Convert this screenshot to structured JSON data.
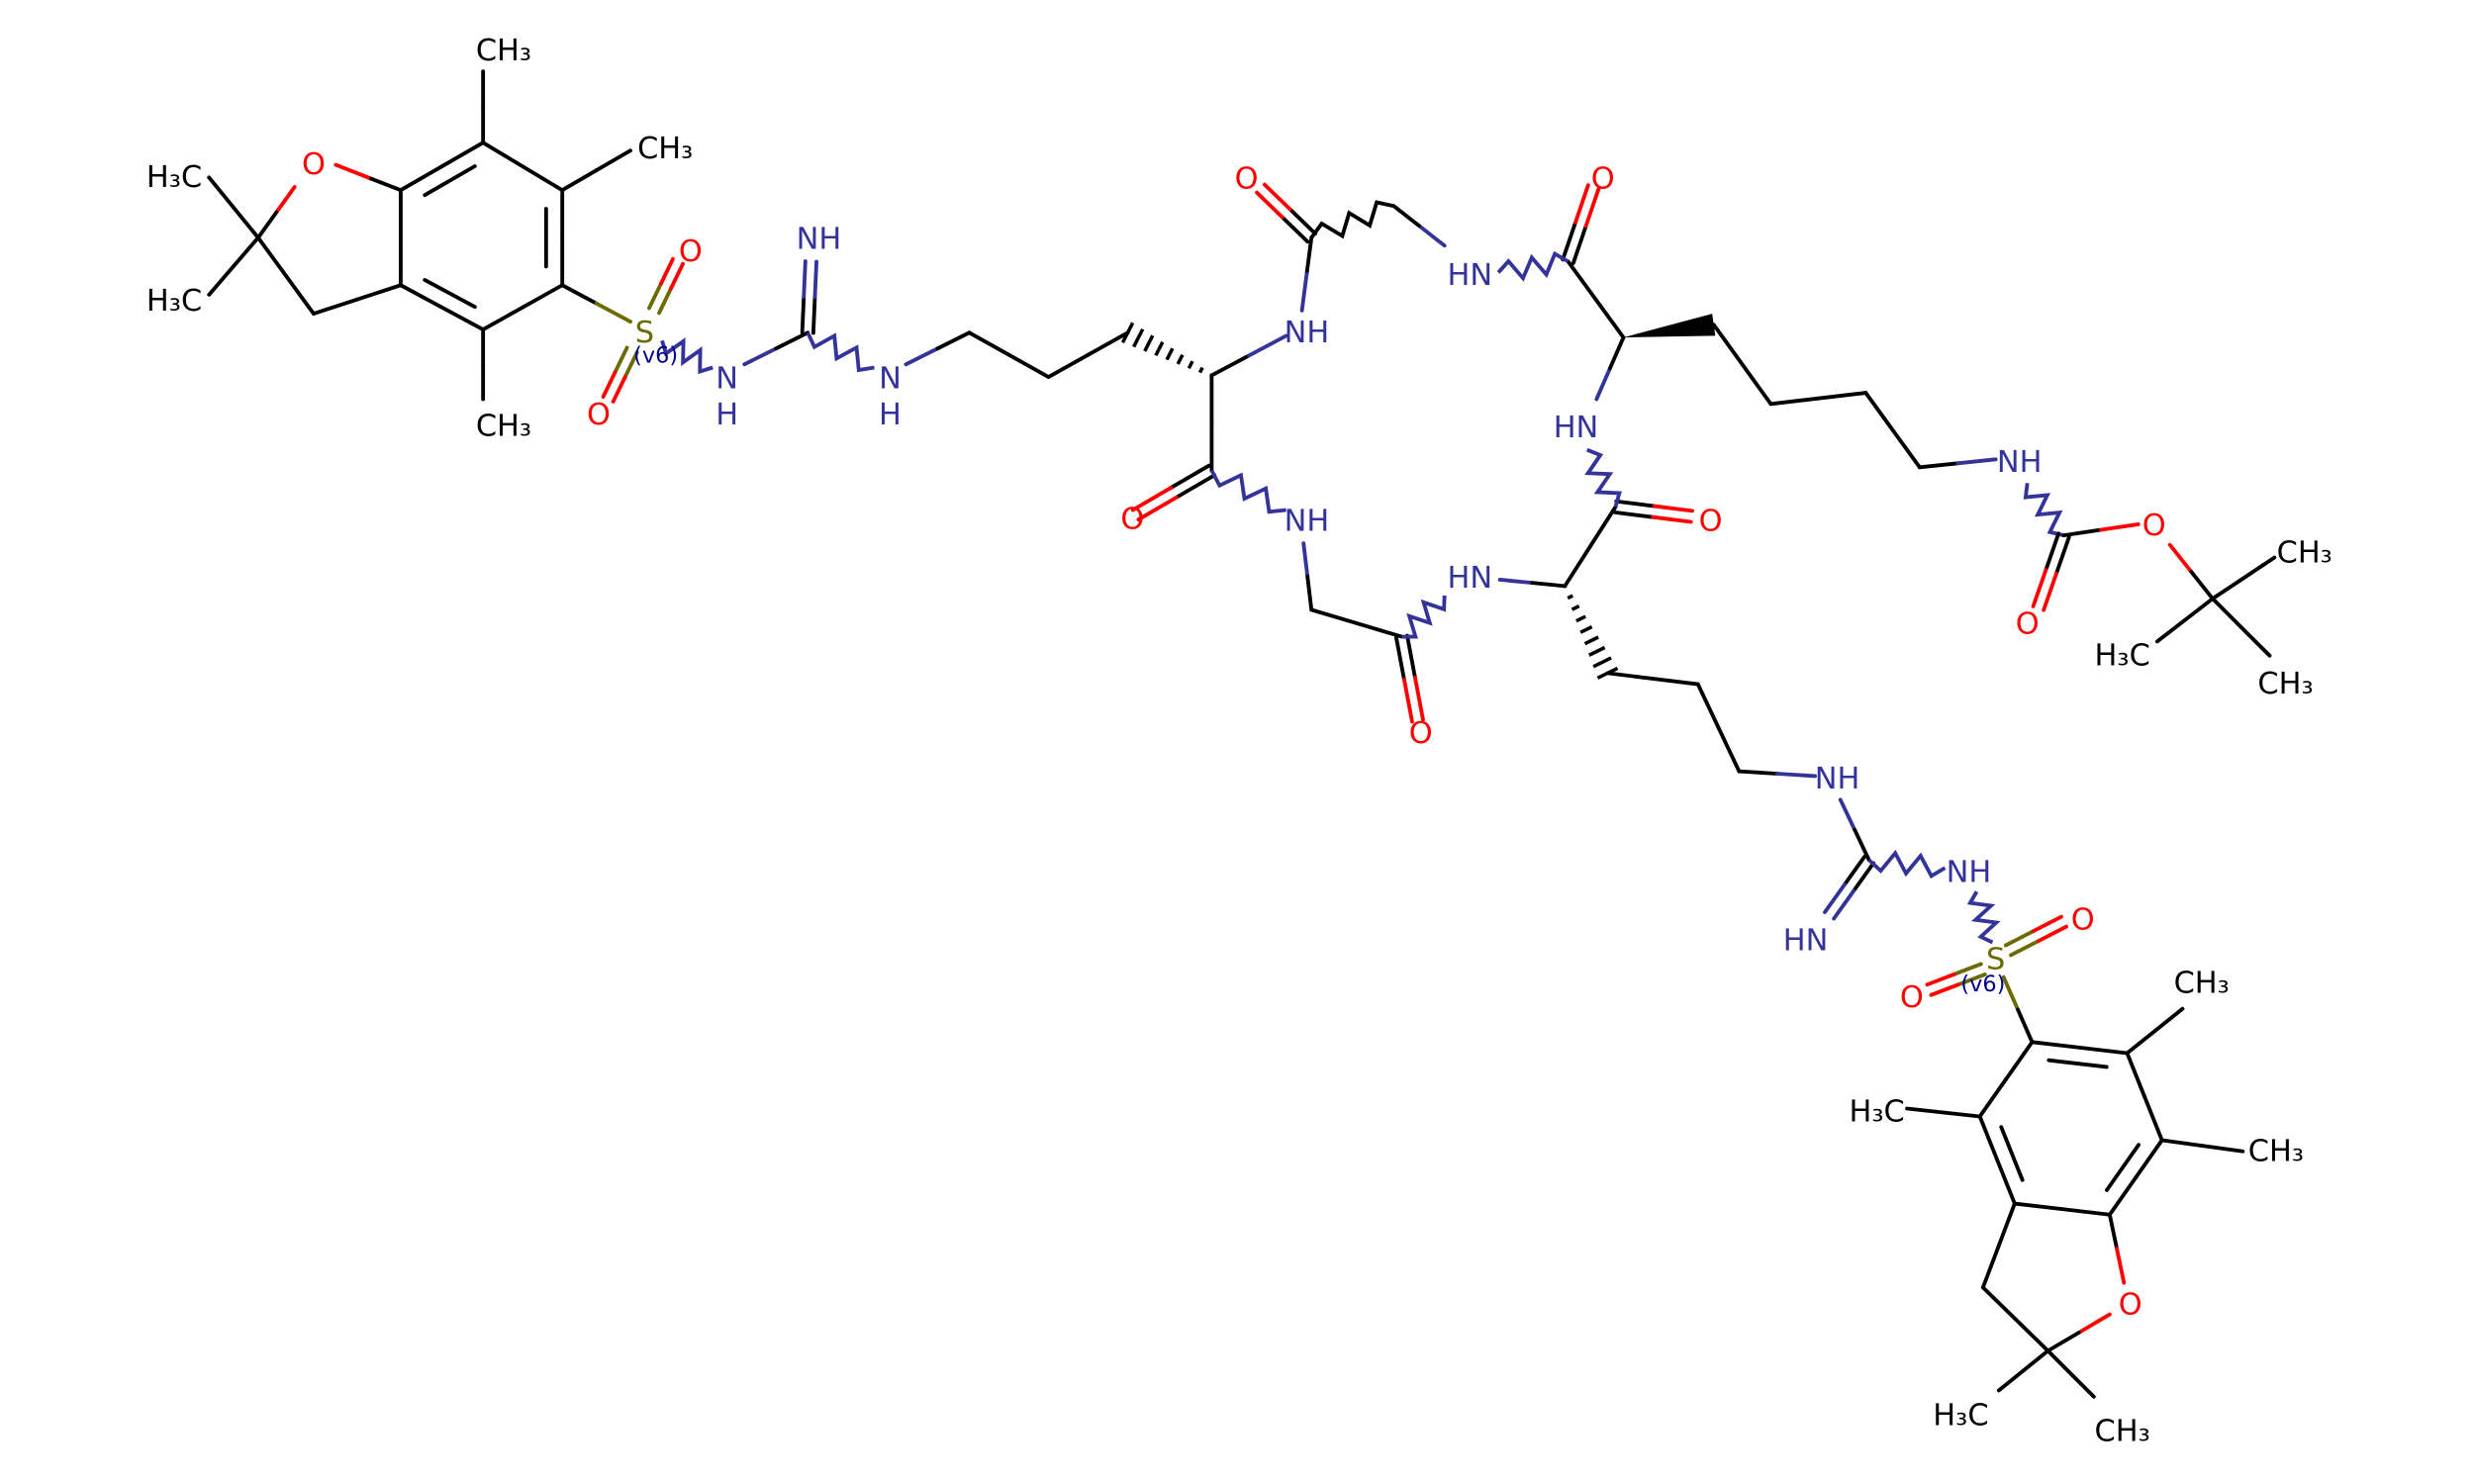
{
  "title": "Cyclic peptide with two Pbf-protected arginines and a Boc-protected lysine",
  "colors": {
    "carbon": "#000000",
    "nitrogen": "#33339a",
    "oxygen": "#ff0000",
    "sulfur": "#6b6b00",
    "valence": "#00008b"
  },
  "atoms": [
    "CH₃",
    "CH₃",
    "CH₃",
    "H₃C",
    "H₃C",
    "O",
    "S",
    "(v6)",
    "O",
    "O",
    "N",
    "H",
    "NH",
    "N",
    "H",
    "NH",
    "O",
    "HN",
    "O",
    "HN",
    "O",
    "HN",
    "O",
    "NH",
    "O",
    "NH",
    "O",
    "O",
    "CH₃",
    "H₃C",
    "CH₃",
    "NH",
    "HN",
    "NH",
    "S",
    "(v6)",
    "O",
    "O",
    "CH₃",
    "CH₃",
    "H₃C",
    "O",
    "H₃C",
    "CH₃"
  ]
}
